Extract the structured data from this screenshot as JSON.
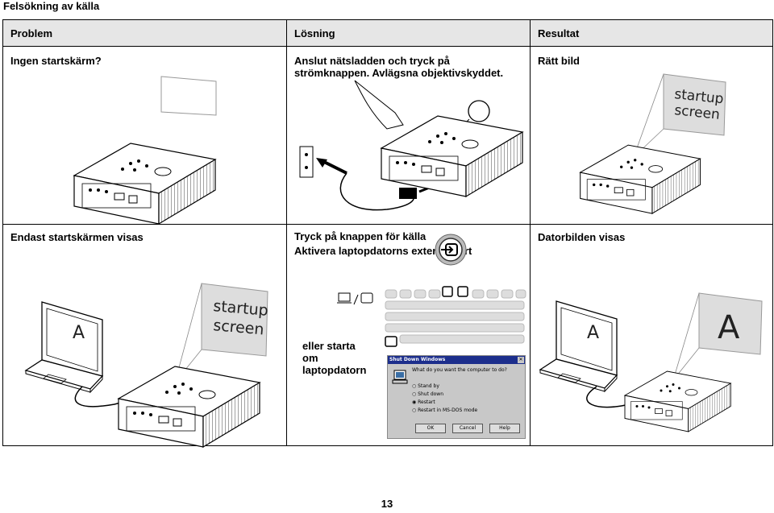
{
  "page": {
    "title": "Felsökning av källa",
    "page_number": "13"
  },
  "table": {
    "headers": {
      "problem": "Problem",
      "solution": "Lösning",
      "result": "Resultat"
    },
    "row1": {
      "problem": "Ingen startskärm?",
      "solution_line1": "Anslut nätsladden och tryck på",
      "solution_line2": "strömknappen. Avlägsna objektivskyddet.",
      "result": "Rätt bild",
      "result_screen_line1": "startup",
      "result_screen_line2": "screen"
    },
    "row2": {
      "problem": "Endast startskärmen visas",
      "problem_laptop_letter": "A",
      "problem_screen_line1": "startup",
      "problem_screen_line2": "screen",
      "solution_line1": "Tryck på knappen för källa",
      "solution_line2": "Aktivera laptopdatorns externa port",
      "solution_alt_line1": "eller starta",
      "solution_alt_line2": "om",
      "solution_alt_line3": "laptopdatorn",
      "result": "Datorbilden visas",
      "result_laptop_letter": "A",
      "result_screen_letter": "A"
    }
  },
  "dialog": {
    "title": "Shut Down Windows",
    "question": "What do you want the computer to do?",
    "options": [
      "Stand by",
      "Shut down",
      "Restart",
      "Restart in MS-DOS mode"
    ],
    "selected_index": 2,
    "buttons": {
      "ok": "OK",
      "cancel": "Cancel",
      "help": "Help"
    }
  }
}
